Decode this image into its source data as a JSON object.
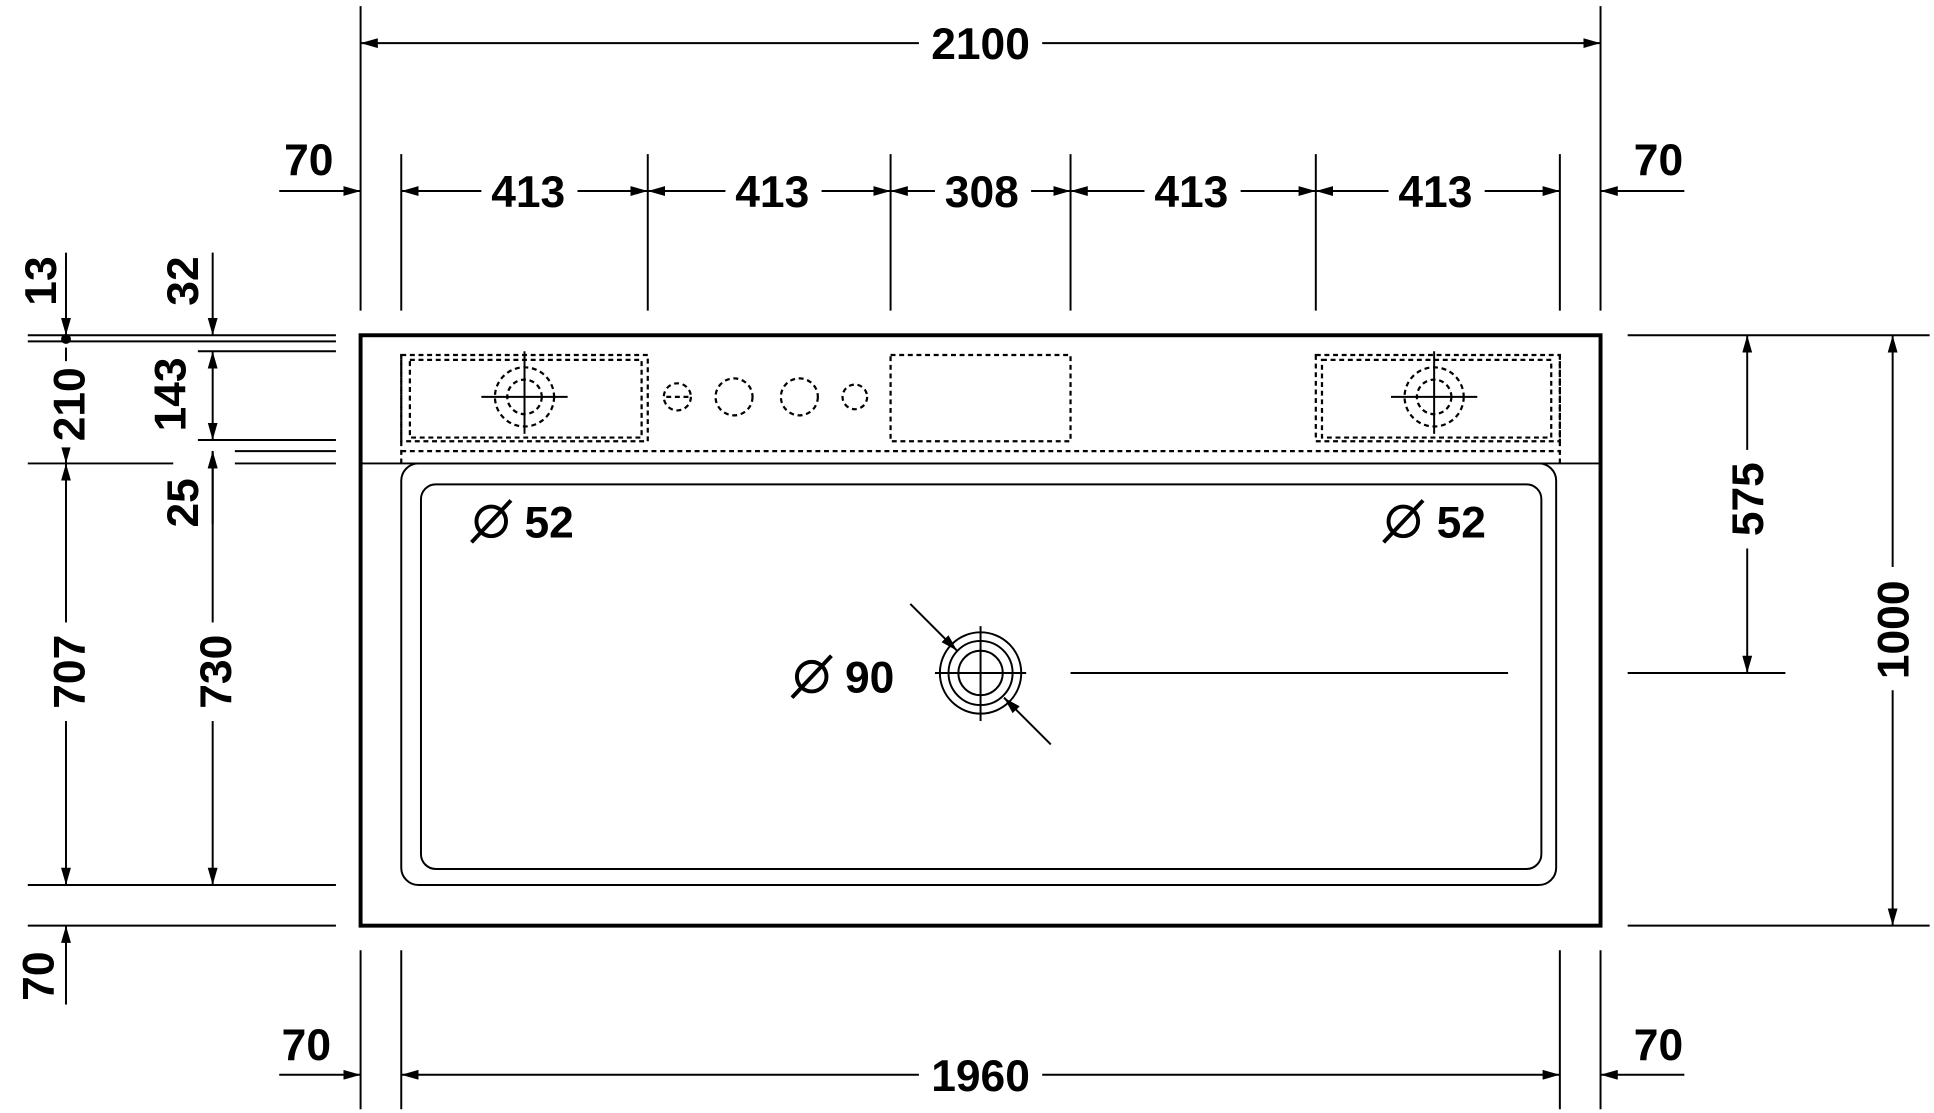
{
  "drawing": {
    "overall_width": "2100",
    "inner_width": "1960",
    "margin_left_top": "70",
    "margin_right_top": "70",
    "margin_left_bottom": "70",
    "margin_right_bottom": "70",
    "segments": [
      "413",
      "413",
      "308",
      "413",
      "413"
    ],
    "overall_depth": "1000",
    "drain_offset": "575",
    "left_dims": {
      "d13": "13",
      "d32": "32",
      "d210": "210",
      "d143": "143",
      "d25": "25",
      "d707": "707",
      "d730": "730",
      "d70": "70"
    },
    "tap_hole_left": "52",
    "tap_hole_right": "52",
    "drain_diameter": "90"
  }
}
